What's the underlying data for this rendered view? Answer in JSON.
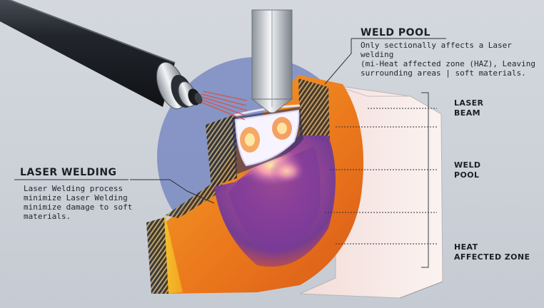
{
  "weld_pool_heading": "WELD POOL",
  "weld_pool_desc": [
    "Only sectionally affects a Laser welding",
    "(mi-Heat affected zone (HAZ), Leaving",
    "surrounding areas | soft materials."
  ],
  "laser_welding_heading": "LASER WELDING",
  "laser_welding_desc": [
    "Laser Welding process",
    "minimize Laser Welding",
    "minimize damage to soft",
    "materials."
  ],
  "callouts": {
    "laser_beam": [
      "LASER",
      "BEAM"
    ],
    "weld_pool": [
      "WELD",
      "POOL"
    ],
    "haz": [
      "HEAT",
      "AFFECTED ZONE"
    ]
  },
  "colors": {
    "tube": "#1e2127",
    "haz_orange": "#f08a1c",
    "weld_yellow": "#f5c21a",
    "pool_purple": "#8a3f9e",
    "glow_blue": "#4a62b4",
    "beam_red": "#e2483c"
  }
}
